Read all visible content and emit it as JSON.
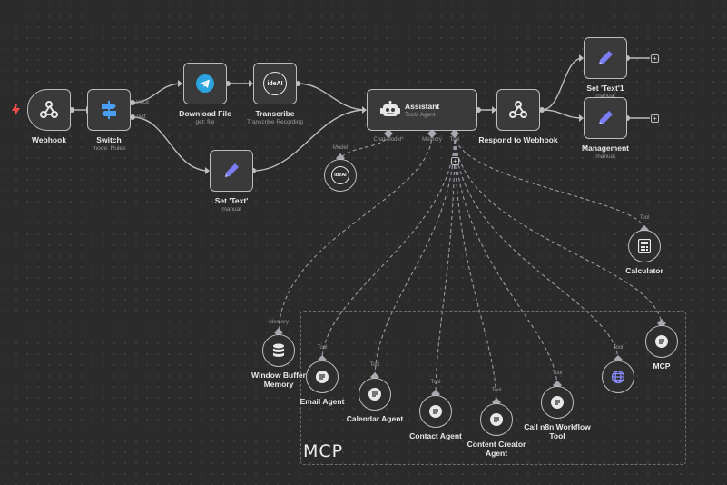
{
  "nodes": {
    "webhook": {
      "label": "Webhook"
    },
    "switch": {
      "label": "Switch",
      "sub": "mode: Rules",
      "out_voice": "Voice",
      "out_text": "Text"
    },
    "download": {
      "label": "Download File",
      "sub": "get: file"
    },
    "transcribe": {
      "label": "Transcribe",
      "sub": "Transcribe Recording",
      "logo": "ideAI"
    },
    "set_text": {
      "label": "Set 'Text'",
      "sub": "manual"
    },
    "assistant": {
      "label": "Assistant",
      "sub": "Tools Agent",
      "port_chat": "Chat Model*",
      "port_memory": "Memory",
      "port_tool": "Tool"
    },
    "respond": {
      "label": "Respond to Webhook"
    },
    "set_text1": {
      "label": "Set 'Text'1",
      "sub": "manual"
    },
    "management": {
      "label": "Management",
      "sub": "manual"
    },
    "model": {
      "tag": "Model",
      "logo": "ideAI"
    },
    "calculator": {
      "label": "Calculator",
      "tag": "Tool"
    },
    "memory": {
      "label_line1": "Window Buffer",
      "label_line2": "Memory",
      "tag": "Memory"
    },
    "email": {
      "label": "Email Agent",
      "tag": "Tool"
    },
    "calendar": {
      "label": "Calendar Agent",
      "tag": "Tool"
    },
    "contact": {
      "label": "Contact Agent",
      "tag": "Tool"
    },
    "content": {
      "label_line1": "Content Creator",
      "label_line2": "Agent",
      "tag": "Tool"
    },
    "call_n8n": {
      "label_line1": "Call n8n Workflow",
      "label_line2": "Tool",
      "tag": "Tool"
    },
    "http": {
      "tag": "Tool"
    },
    "mcp_node": {
      "label": "MCP"
    }
  },
  "group": {
    "title": "MCP"
  },
  "icons": {
    "trigger": "lightning-icon",
    "webhook": "webhook-icon",
    "switch": "signpost-icon",
    "telegram": "telegram-icon",
    "robot": "robot-icon",
    "pencil": "pencil-icon",
    "calculator": "calculator-icon",
    "database": "database-icon",
    "globe": "globe-icon",
    "workflow": "workflow-icon",
    "plus": "plus-icon"
  },
  "colors": {
    "trigger": "#ff4d4d",
    "switch": "#4a9ff5",
    "pencil": "#7c7cf5",
    "telegram": "#2aa3de",
    "globe": "#8a8aff"
  }
}
